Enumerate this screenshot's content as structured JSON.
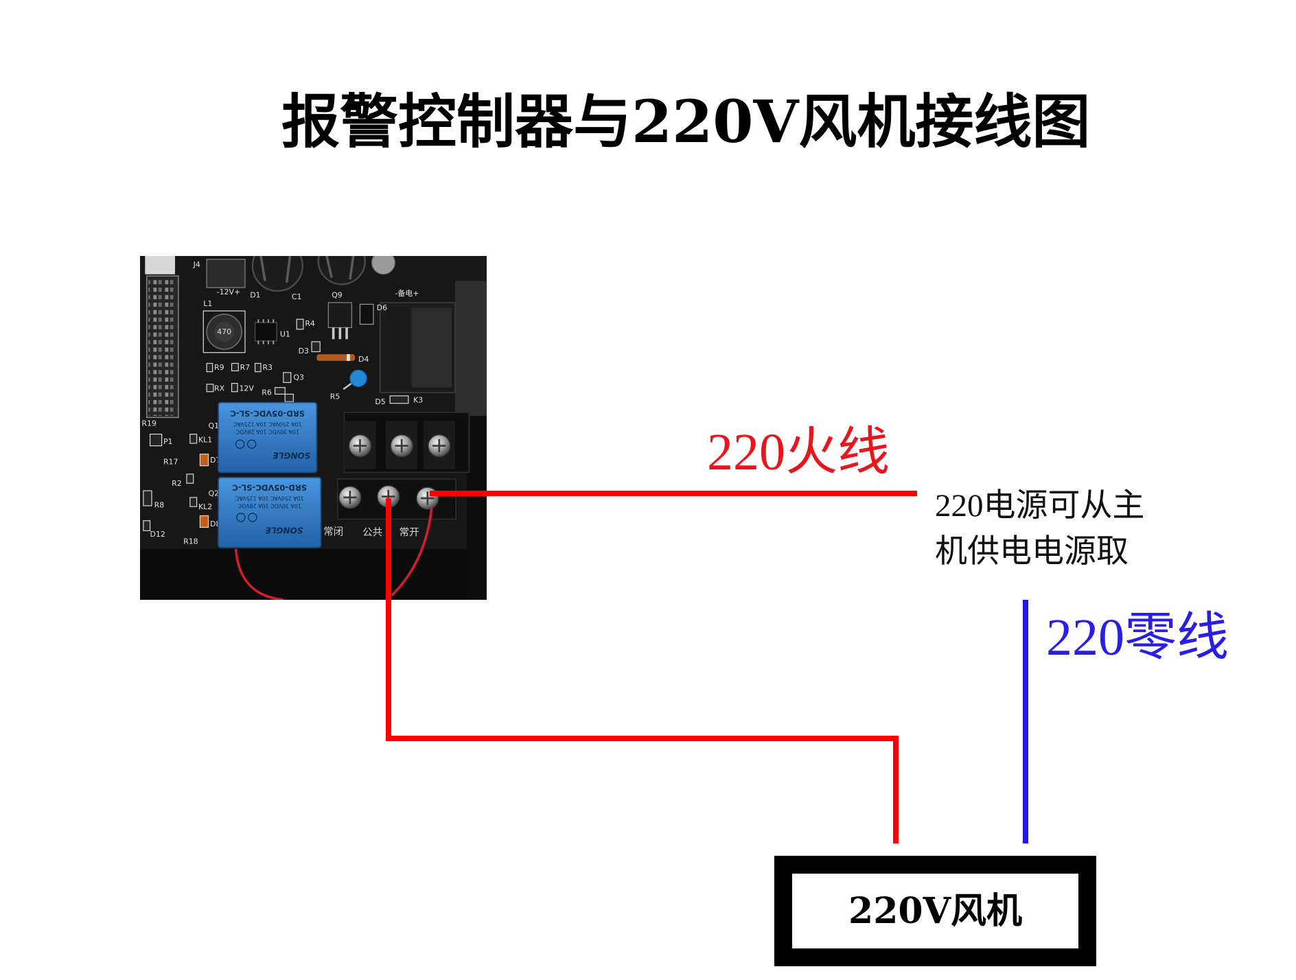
{
  "title": "报警控制器与220V风机接线图",
  "labels": {
    "live_wire": "220火线",
    "power_note_line1": "220电源可从主",
    "power_note_line2": "机供电电源取",
    "neutral_wire": "220零线",
    "fan": "220V风机"
  },
  "colors": {
    "live_wire": "#ff0000",
    "live_text": "#e8161c",
    "neutral_wire": "#2416f0",
    "neutral_text": "#2a1ee6",
    "board": "#171717",
    "relay": "#2f78c0"
  },
  "pcb": {
    "terminals": {
      "normally_closed": "常闭",
      "common": "公共",
      "normally_open": "常开"
    },
    "relay": {
      "model": "SRD-05VDC-SL-C",
      "rating_ac": "10A 250VAC  10A 125VAC",
      "rating_dc": "10A 30VDC  10A 28VDC",
      "brand": "SONGLE"
    },
    "inductor_marking": "470",
    "silkscreen": [
      "-12V+",
      "-备电+",
      "J4",
      "L1",
      "D1",
      "C1",
      "Q9",
      "D6",
      "R4",
      "U1",
      "D3",
      "D4",
      "R9",
      "R7",
      "R3",
      "RX",
      "12V",
      "R6",
      "Q3",
      "R4",
      "R5",
      "D5",
      "K3",
      "R19",
      "Q1",
      "P1",
      "KL1",
      "R17",
      "D7",
      "R2",
      "Q2",
      "R8",
      "KL2",
      "D8",
      "D12",
      "R18"
    ]
  }
}
